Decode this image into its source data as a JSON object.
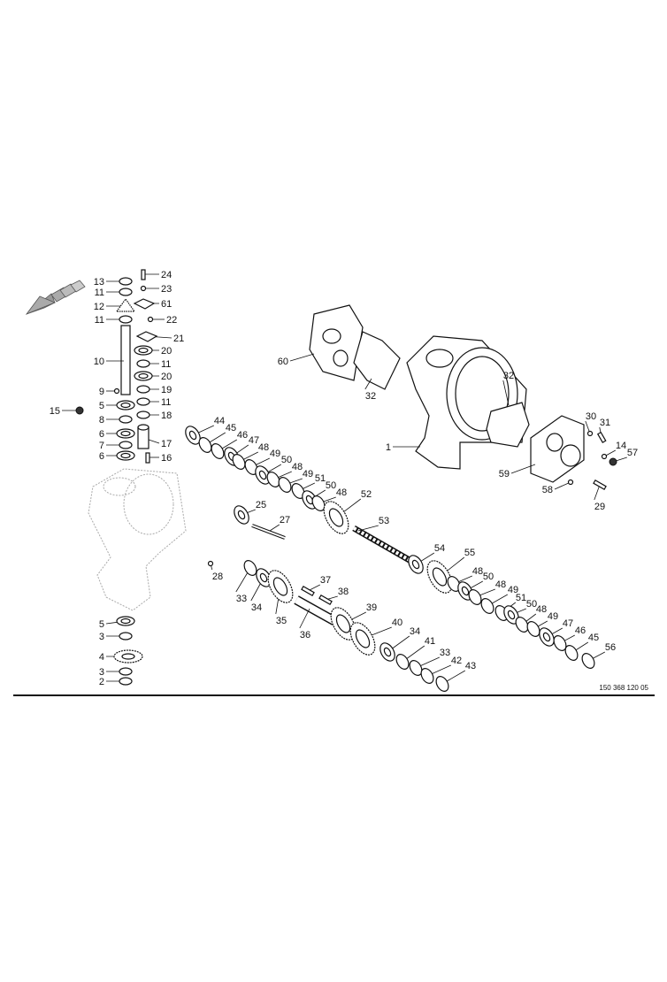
{
  "title": "Gearbox exploded parts diagram",
  "drawing_number": "150 368 120 05",
  "callouts": [
    "13",
    "11",
    "12",
    "11",
    "10",
    "9",
    "5",
    "15",
    "8",
    "6",
    "7",
    "6",
    "24",
    "23",
    "61",
    "22",
    "21",
    "20",
    "11",
    "20",
    "19",
    "11",
    "18",
    "17",
    "16",
    "5",
    "3",
    "4",
    "3",
    "2",
    "44",
    "45",
    "46",
    "47",
    "48",
    "49",
    "50",
    "48",
    "49",
    "51",
    "50",
    "48",
    "52",
    "53",
    "54",
    "55",
    "48",
    "50",
    "48",
    "49",
    "51",
    "50",
    "48",
    "49",
    "47",
    "46",
    "45",
    "56",
    "33",
    "34",
    "35",
    "36",
    "37",
    "38",
    "39",
    "40",
    "34",
    "41",
    "33",
    "42",
    "43",
    "25",
    "27",
    "28",
    "60",
    "32",
    "32",
    "1",
    "30",
    "31",
    "14",
    "57",
    "59",
    "58",
    "29"
  ]
}
